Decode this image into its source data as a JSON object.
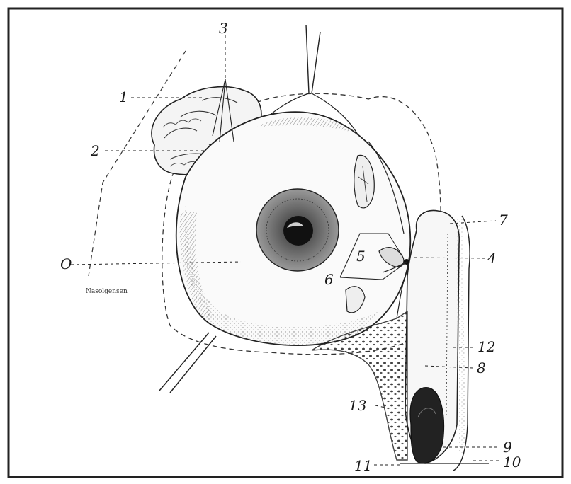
{
  "figure": {
    "labels": {
      "l0": "O",
      "l1": "1",
      "l2": "2",
      "l3": "3",
      "l4": "4",
      "l5": "5",
      "l6": "6",
      "l7": "7",
      "l8": "8",
      "l9": "9",
      "l10": "10",
      "l11": "11",
      "l12": "12",
      "l13": "13"
    },
    "side_note": "Nasolgensen"
  },
  "colors": {
    "ink": "#1a1a1a",
    "paper": "#ffffff",
    "border": "#222222"
  }
}
